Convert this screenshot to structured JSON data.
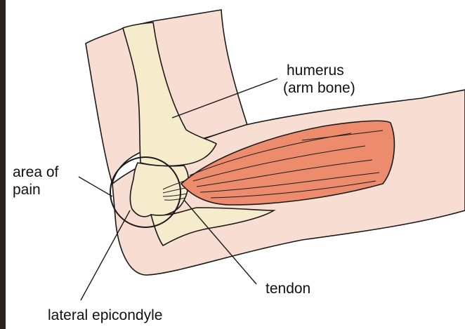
{
  "labels": {
    "humerus": "humerus",
    "humerus_note": "(arm bone)",
    "area_of_pain_line1": "area of",
    "area_of_pain_line2": "pain",
    "tendon": "tendon",
    "lateral_epicondyle": "lateral epicondyle"
  },
  "colors": {
    "background": "#ffffff",
    "frame": "#2b231d",
    "skin": "#f8ddd2",
    "bone": "#f6ebcb",
    "muscle": "#ec8c6c",
    "outline": "#1a1a1a"
  }
}
